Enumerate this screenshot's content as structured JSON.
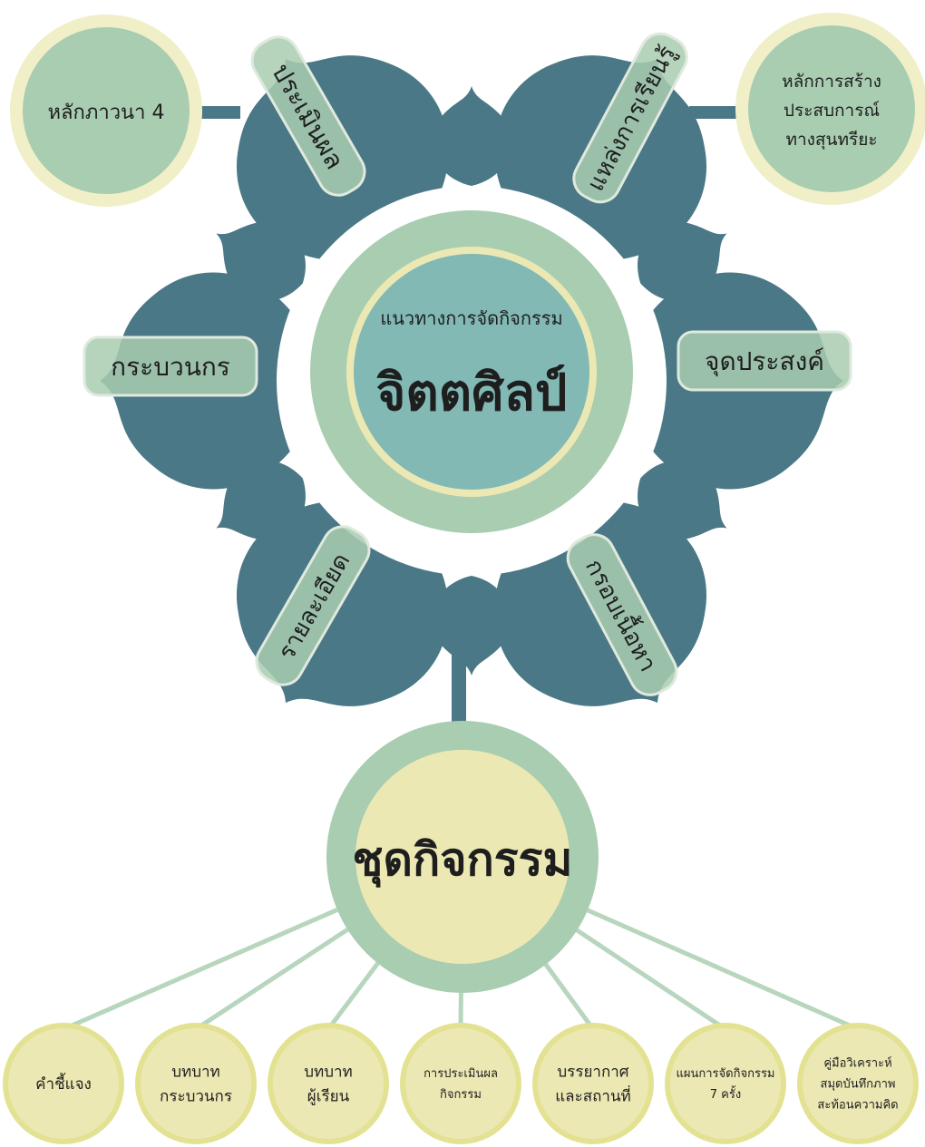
{
  "center": {
    "subtitle": "แนวทางการจัดกิจกรรม",
    "title": "จิตตศิลป์"
  },
  "petals": {
    "top_left": "ประเมินผล",
    "top_right": "แหล่งการเรียนรู้",
    "left": "กระบวนกร",
    "right": "จุดประสงค์",
    "bottom_left": "รายละเอียด",
    "bottom_right": "กรอบเนื้อหา"
  },
  "corner_circles": {
    "left": "หลักภาวนา 4",
    "right": [
      "หลักการสร้าง",
      "ประสบการณ์",
      "ทางสุนทรียะ"
    ]
  },
  "hub": {
    "title": "ชุดกิจกรรม"
  },
  "components": [
    [
      "คำชี้แจง"
    ],
    [
      "บทบาท",
      "กระบวนกร"
    ],
    [
      "บทบาท",
      "ผู้เรียน"
    ],
    [
      "การประเมินผล",
      "กิจกรรม"
    ],
    [
      "บรรยากาศ",
      "และสถานที่"
    ],
    [
      "แผนการจัดกิจกรรม",
      "7 ครั้ง"
    ],
    [
      "คู่มือวิเคราะห์",
      "สมุดบันทึกภาพ",
      "สะท้อนความคิด"
    ]
  ],
  "colors": {
    "petal": "#4a7886",
    "sage": "#a9cdb0",
    "teal_center": "#82b9b5",
    "cream": "#ece8b4",
    "cream_ring": "#f1efc8",
    "pill": "#a9cdb0",
    "connector": "#4a7886",
    "line": "#b7d6bd"
  }
}
